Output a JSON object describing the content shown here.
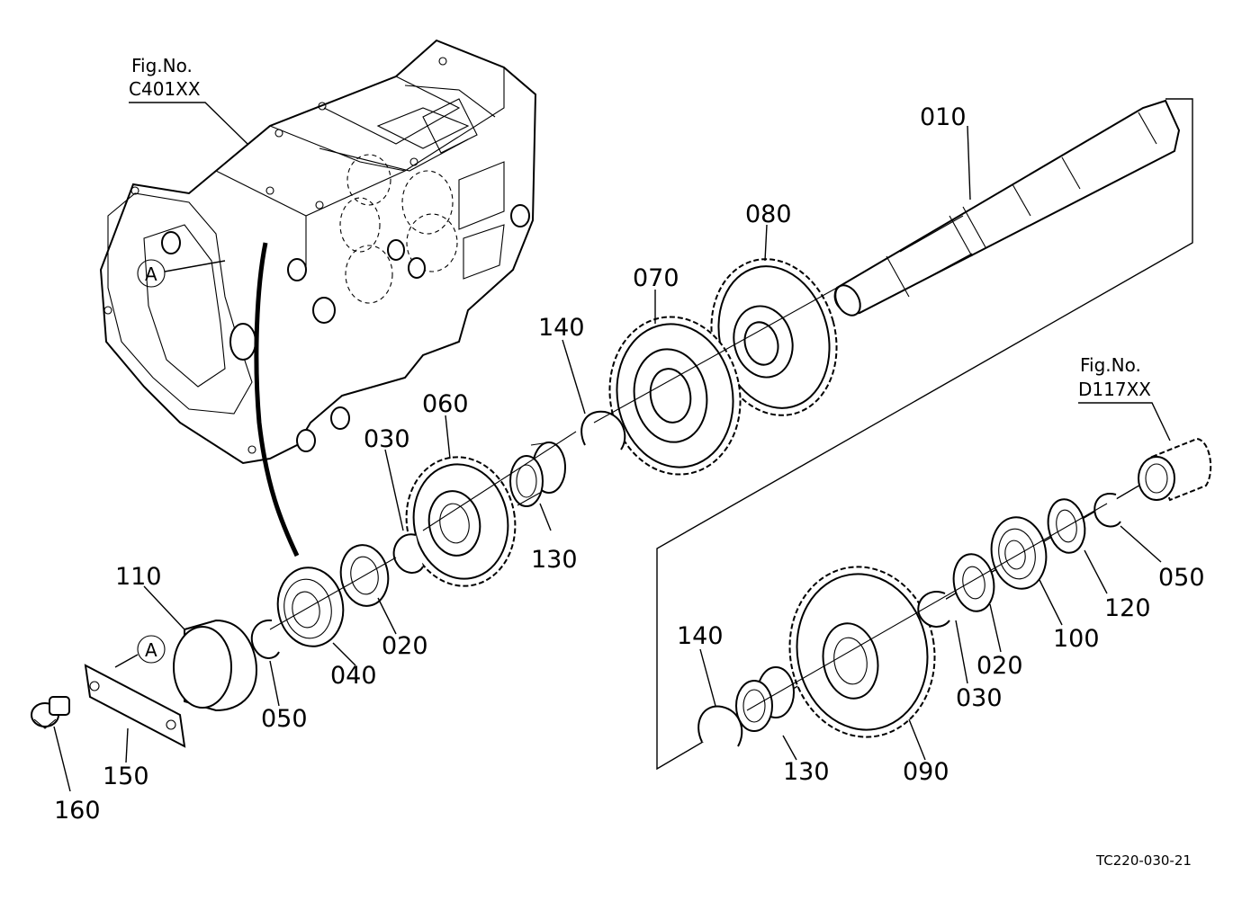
{
  "figure_refs": [
    {
      "title": "Fig.No.",
      "code": "C401XX"
    },
    {
      "title": "Fig.No.",
      "code": "D117XX"
    }
  ],
  "part_labels": {
    "p010": "010",
    "p020a": "020",
    "p020b": "020",
    "p030a": "030",
    "p030b": "030",
    "p040": "040",
    "p050a": "050",
    "p050b": "050",
    "p060": "060",
    "p070": "070",
    "p080": "080",
    "p090": "090",
    "p100": "100",
    "p110": "110",
    "p120": "120",
    "p130a": "130",
    "p130b": "130",
    "p140a": "140",
    "p140b": "140",
    "p150": "150",
    "p160": "160"
  },
  "callout_marker": "A",
  "drawing_code": "TC220-030-21"
}
